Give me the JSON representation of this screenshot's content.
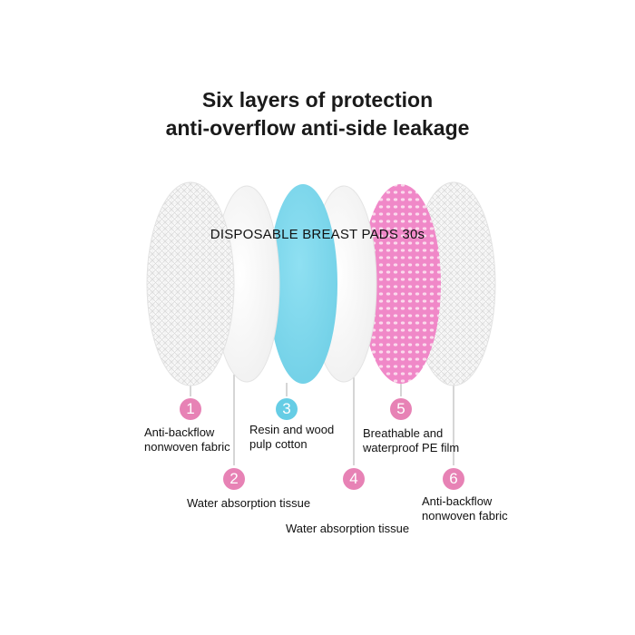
{
  "title": {
    "line1": "Six layers of protection",
    "line2": "anti-overflow anti-side leakage"
  },
  "overlay_text": "DISPOSABLE BREAST PADS 30s",
  "colors": {
    "badge_pink": "#e782b5",
    "badge_blue": "#66cde5",
    "layer_blue": "#7fd8ec",
    "layer_pink": "#f088c8",
    "mesh_gray": "#cfcfcf"
  },
  "layers": [
    {
      "number": "1",
      "line1": "Anti-backflow",
      "line2": "nonwoven fabric"
    },
    {
      "number": "2",
      "line1": "Water absorption tissue",
      "line2": ""
    },
    {
      "number": "3",
      "line1": "Resin and wood",
      "line2": "pulp cotton"
    },
    {
      "number": "4",
      "line1": "Water absorption tissue",
      "line2": ""
    },
    {
      "number": "5",
      "line1": "Breathable and",
      "line2": "waterproof PE film"
    },
    {
      "number": "6",
      "line1": "Anti-backflow",
      "line2": "nonwoven fabric"
    }
  ]
}
